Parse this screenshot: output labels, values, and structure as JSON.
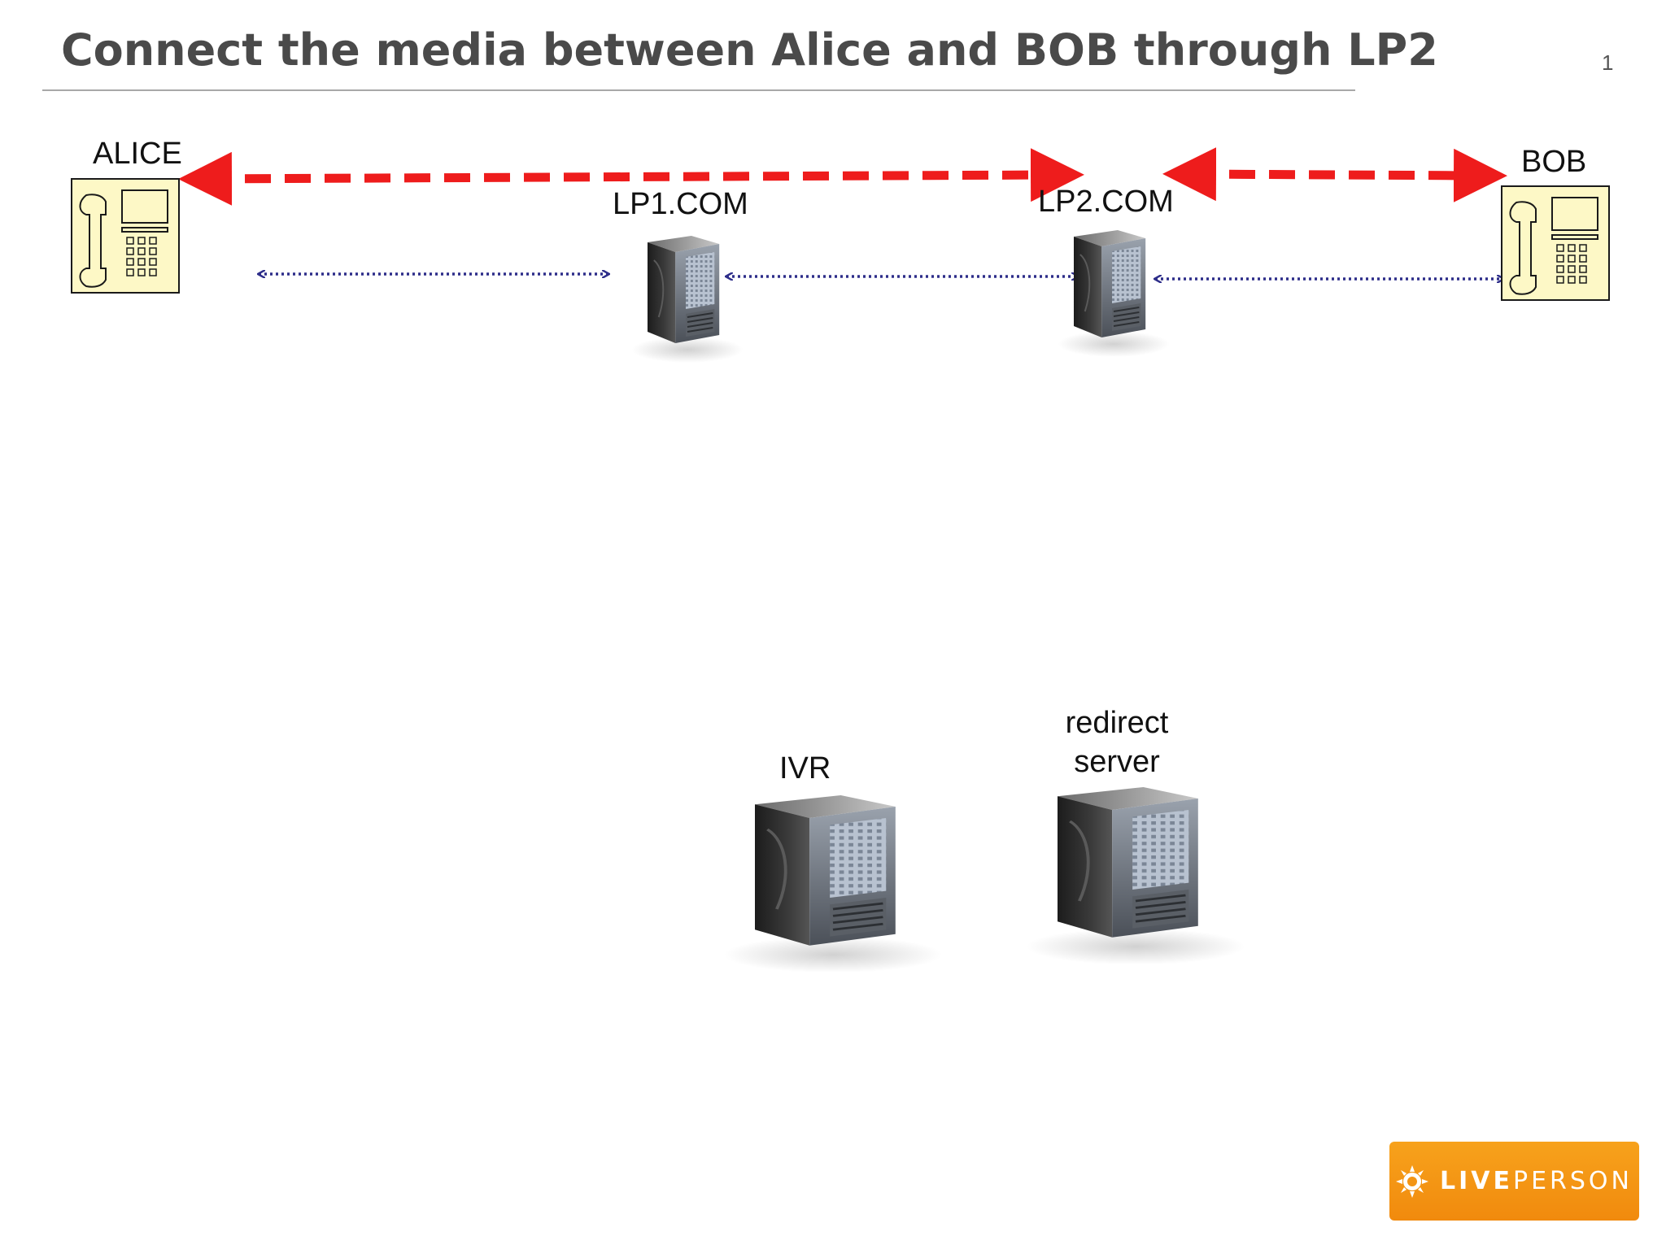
{
  "title": "Connect the media between Alice and BOB through LP2",
  "page_number": "1",
  "nodes": {
    "alice": "ALICE",
    "bob": "BOB",
    "lp1": "LP1.COM",
    "lp2": "LP2.COM",
    "ivr": "IVR",
    "redirect_line1": "redirect",
    "redirect_line2": "server"
  },
  "logo": {
    "part1": "LIVE",
    "part2": "PERSON"
  },
  "colors": {
    "media_path": "#ee1c1c",
    "signaling_path": "#2e2e8a",
    "phone_fill": "#fdf8c6"
  }
}
